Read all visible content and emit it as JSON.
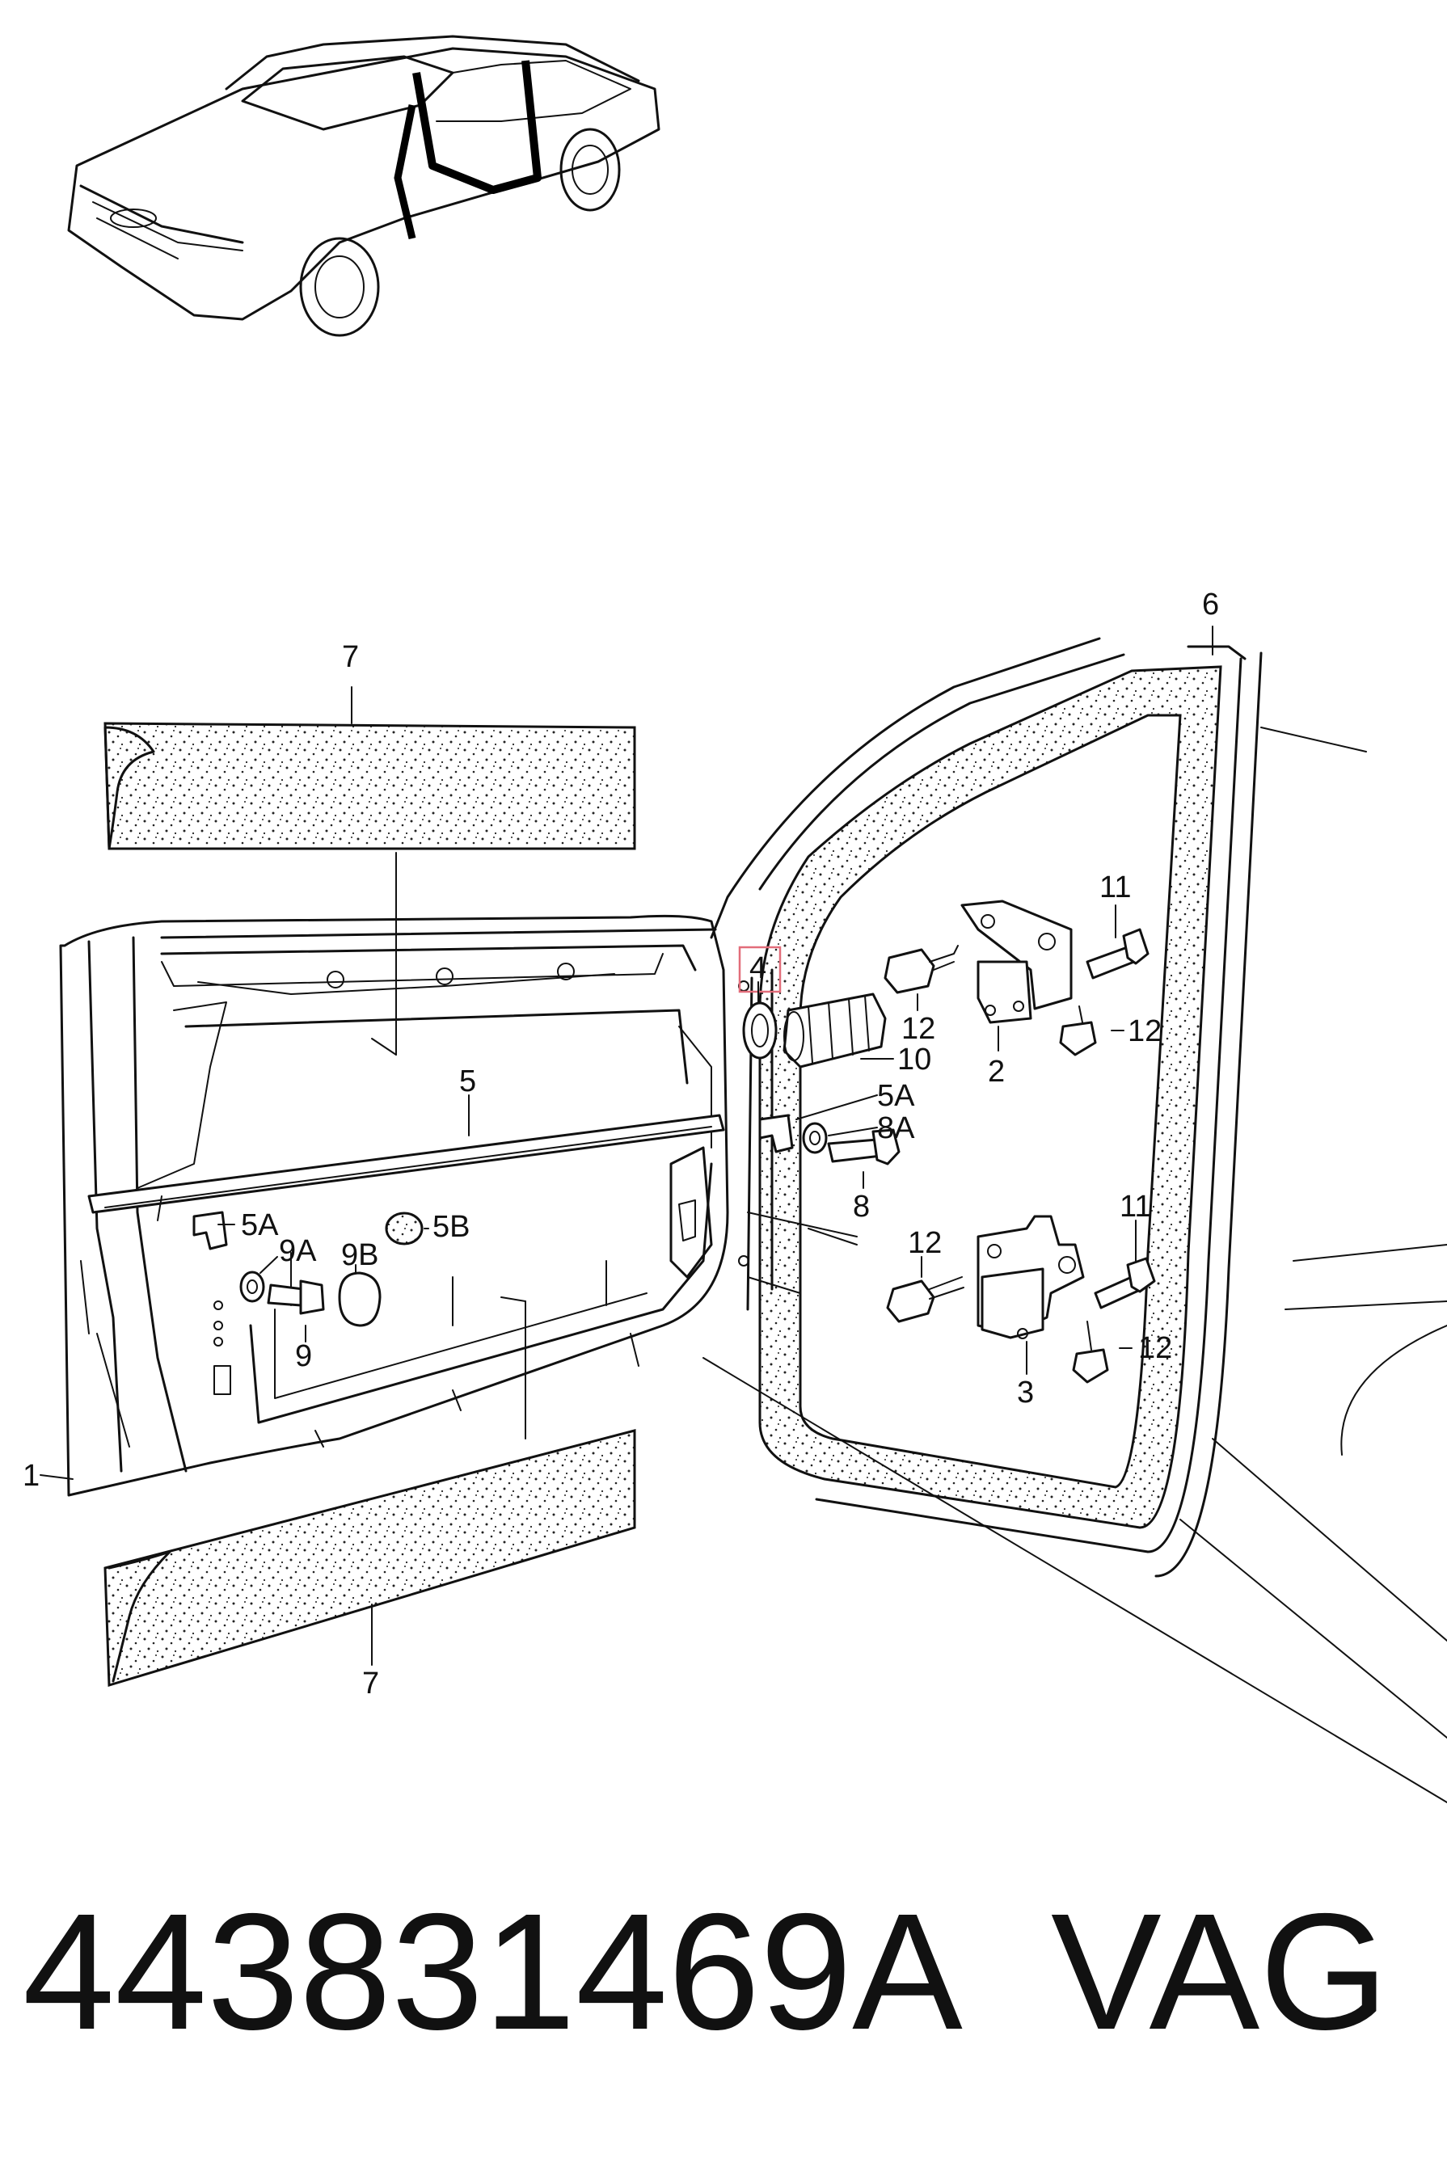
{
  "footer": {
    "part_number": "443831469A",
    "brand": "VAG"
  },
  "callouts": {
    "c1": "1",
    "c2": "2",
    "c3": "3",
    "c4": "4",
    "c5": "5",
    "c5a_top": "5A",
    "c5a_left": "5A",
    "c5b": "5B",
    "c6": "6",
    "c7_top": "7",
    "c7_bottom": "7",
    "c8": "8",
    "c8a": "8A",
    "c9": "9",
    "c9a": "9A",
    "c9b": "9B",
    "c10": "10",
    "c11_top": "11",
    "c11_bottom": "11",
    "c12_top_a": "12",
    "c12_top_b": "12",
    "c12_bottom_a": "12",
    "c12_bottom_b": "12"
  },
  "highlight_color": "#e26d7a"
}
